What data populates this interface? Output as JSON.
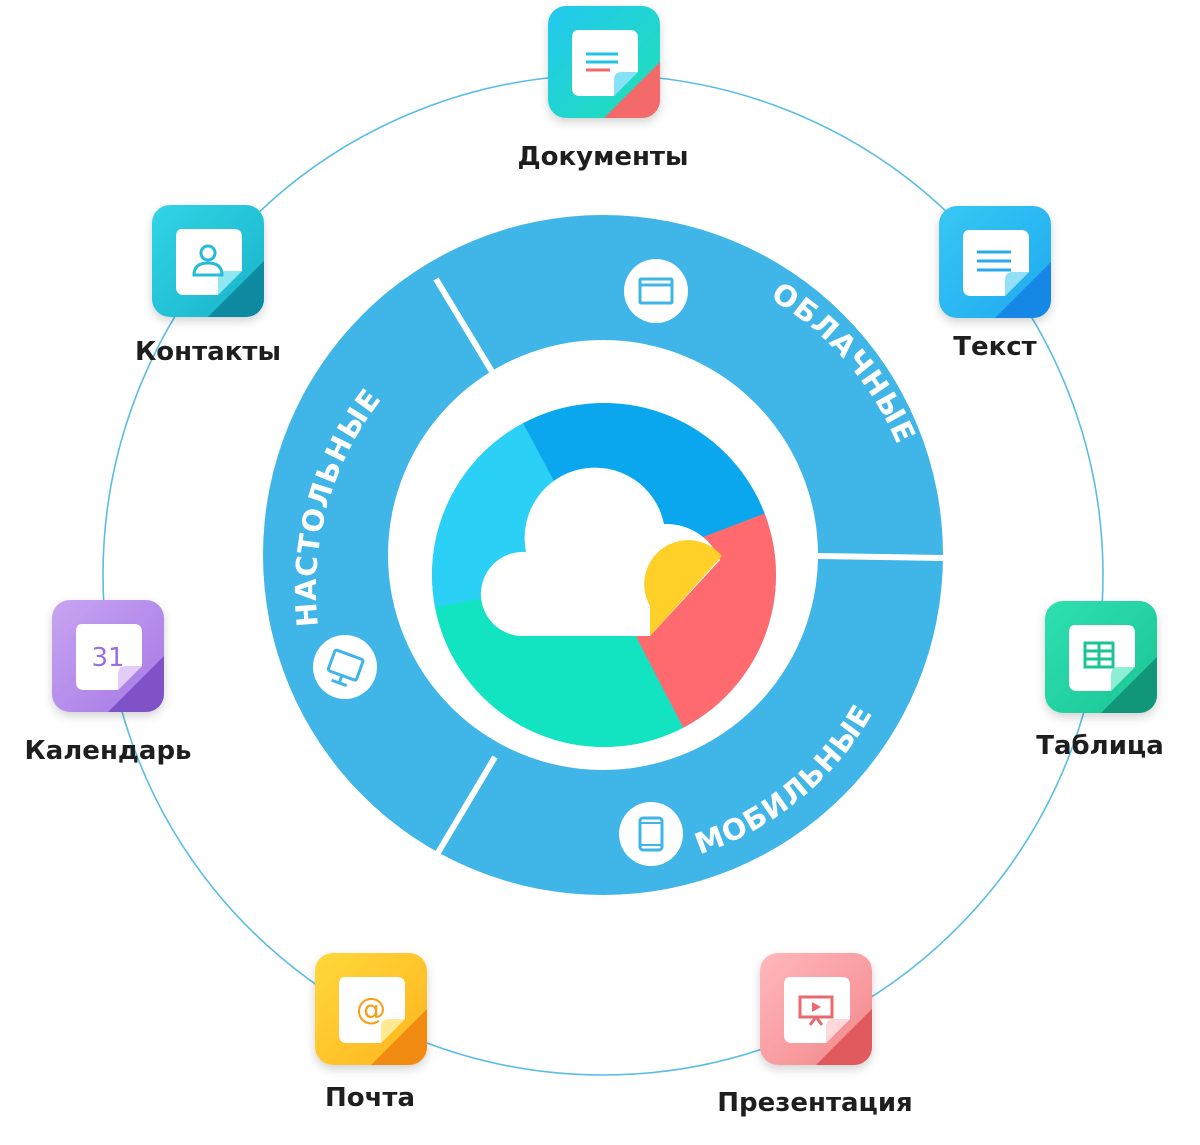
{
  "diagram": {
    "segments": [
      {
        "id": "cloud",
        "label": "ОБЛАЧНЫЕ",
        "icon": "browser-window-icon"
      },
      {
        "id": "mobile",
        "label": "МОБИЛЬНЫЕ",
        "icon": "smartphone-icon"
      },
      {
        "id": "desktop",
        "label": "НАСТОЛЬНЫЕ",
        "icon": "desktop-monitor-icon"
      }
    ],
    "center_icon": "cloud-logo-icon",
    "colors": {
      "ring": "#3fb5e8",
      "orbit": "#5bbde6",
      "logo_blue": "#0aa6ee",
      "logo_cyan": "#2ad0f5",
      "logo_green": "#12e4c2",
      "logo_red": "#ff6a6e",
      "logo_yellow": "#ffd027"
    }
  },
  "apps": [
    {
      "id": "documents",
      "label": "Документы",
      "icon": "document-icon",
      "glyph": "",
      "c1": "#23c8f0",
      "c2": "#1fe0b4",
      "fold": "#f46a6a"
    },
    {
      "id": "text",
      "label": "Текст",
      "icon": "text-lines-icon",
      "glyph": "",
      "c1": "#38c7f3",
      "c2": "#1fa9f0",
      "fold": "#1787e6"
    },
    {
      "id": "table",
      "label": "Таблица",
      "icon": "table-grid-icon",
      "glyph": "",
      "c1": "#2ee0b0",
      "c2": "#1bc494",
      "fold": "#12967a"
    },
    {
      "id": "presentation",
      "label": "Презентация",
      "icon": "presentation-screen-icon",
      "glyph": "",
      "c1": "#ffb8bc",
      "c2": "#f3878b",
      "fold": "#e05a5e"
    },
    {
      "id": "mail",
      "label": "Почта",
      "icon": "at-sign-icon",
      "glyph": "@",
      "c1": "#ffd83a",
      "c2": "#ffb41e",
      "fold": "#f08a10"
    },
    {
      "id": "calendar",
      "label": "Календарь",
      "icon": "calendar-icon",
      "glyph": "31",
      "c1": "#c8a4f2",
      "c2": "#a478e4",
      "fold": "#7f52c8"
    },
    {
      "id": "contacts",
      "label": "Контакты",
      "icon": "person-icon",
      "glyph": "",
      "c1": "#32d4e6",
      "c2": "#18b3c9",
      "fold": "#0d8aa0"
    }
  ]
}
